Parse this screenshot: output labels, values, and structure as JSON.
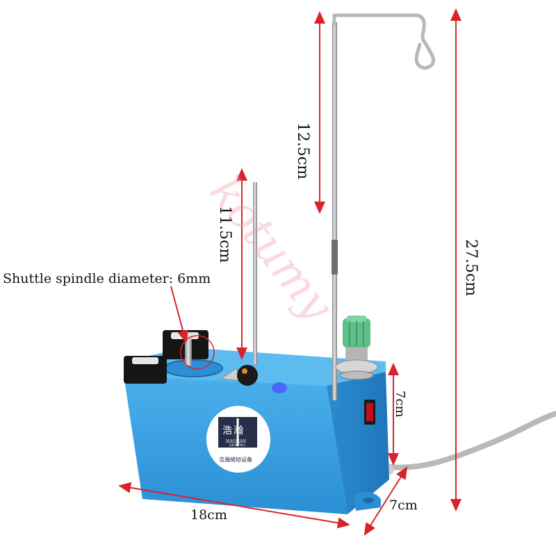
{
  "labels": {
    "hook_height": "12.5cm",
    "spindle_height": "11.5cm",
    "total_height": "27.5cm",
    "spindle_diameter": "Shuttle spindle diameter: 6mm",
    "box_height": "7cm",
    "box_length": "18cm",
    "box_depth": "7cm"
  },
  "logo": {
    "brand_cn": "浩瀚",
    "brand_en": "HAOHAN",
    "brand_sub": "SEWING",
    "tagline_cn": "浩瀚缝纫设备"
  },
  "watermark": "kotumy",
  "colors": {
    "body_blue": "#3aa3e3",
    "body_blue_dark": "#1f7fc2",
    "arrow_red": "#d8232a",
    "knob_green": "#5fbf88",
    "switch_red": "#c0101a"
  }
}
